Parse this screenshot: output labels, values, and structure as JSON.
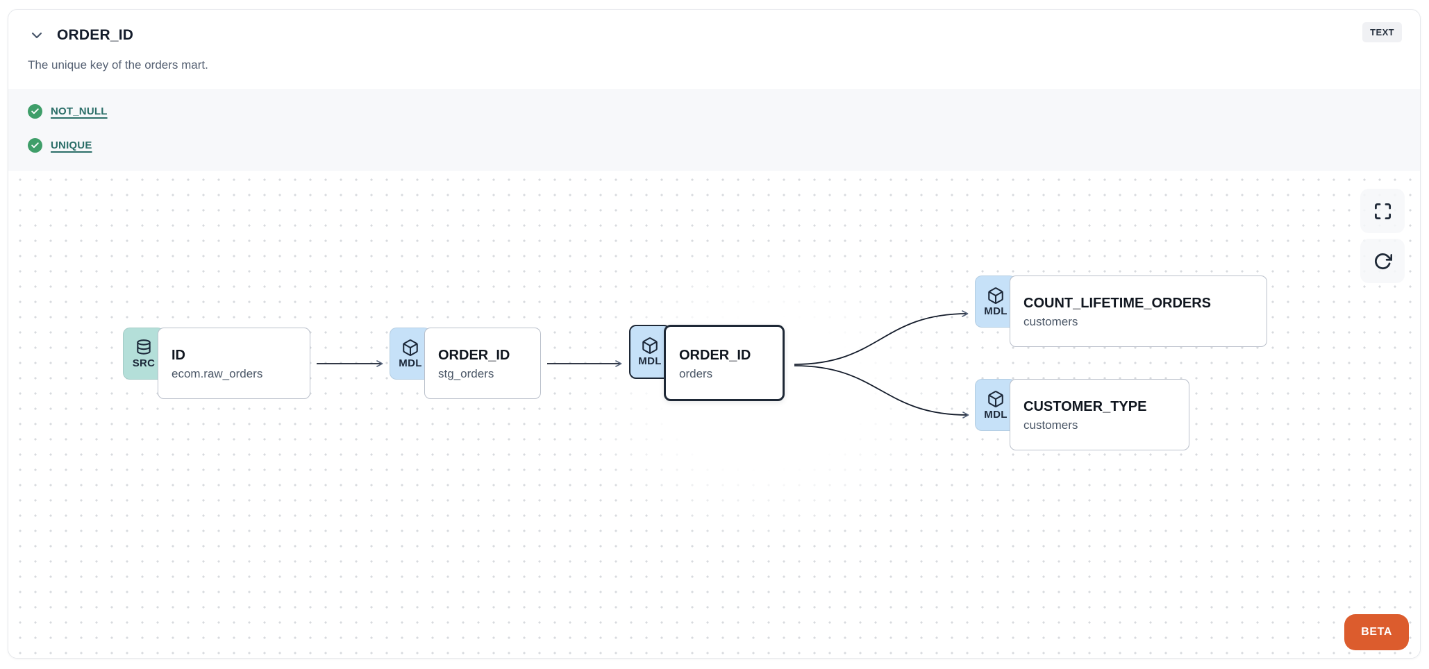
{
  "header": {
    "title": "ORDER_ID",
    "type_badge": "TEXT",
    "description": "The unique key of the orders mart."
  },
  "tests": {
    "items": [
      {
        "label": "NOT_NULL",
        "status": "passed"
      },
      {
        "label": "UNIQUE",
        "status": "passed"
      }
    ]
  },
  "lineage": {
    "nodes": [
      {
        "badge": "SRC",
        "icon": "database-icon",
        "title": "ID",
        "subtitle": "ecom.raw_orders",
        "selected": false
      },
      {
        "badge": "MDL",
        "icon": "cube-icon",
        "title": "ORDER_ID",
        "subtitle": "stg_orders",
        "selected": false
      },
      {
        "badge": "MDL",
        "icon": "cube-icon",
        "title": "ORDER_ID",
        "subtitle": "orders",
        "selected": true
      },
      {
        "badge": "MDL",
        "icon": "cube-icon",
        "title": "COUNT_LIFETIME_ORDERS",
        "subtitle": "customers",
        "selected": false
      },
      {
        "badge": "MDL",
        "icon": "cube-icon",
        "title": "CUSTOMER_TYPE",
        "subtitle": "customers",
        "selected": false
      }
    ],
    "edges": [
      {
        "from": "ID (ecom.raw_orders)",
        "to": "ORDER_ID (stg_orders)"
      },
      {
        "from": "ORDER_ID (stg_orders)",
        "to": "ORDER_ID (orders)"
      },
      {
        "from": "ORDER_ID (orders)",
        "to": "COUNT_LIFETIME_ORDERS (customers)"
      },
      {
        "from": "ORDER_ID (orders)",
        "to": "CUSTOMER_TYPE (customers)"
      }
    ],
    "beta_label": "BETA"
  },
  "colors": {
    "accent-orange": "#dc5c2d",
    "src-badge": "#b4dfd9",
    "mdl-badge": "#c6e1f8",
    "link-teal": "#2b6e68",
    "check-green": "#3f9e69",
    "selected-border": "#1e2836",
    "card-border": "#e6e8ec"
  }
}
